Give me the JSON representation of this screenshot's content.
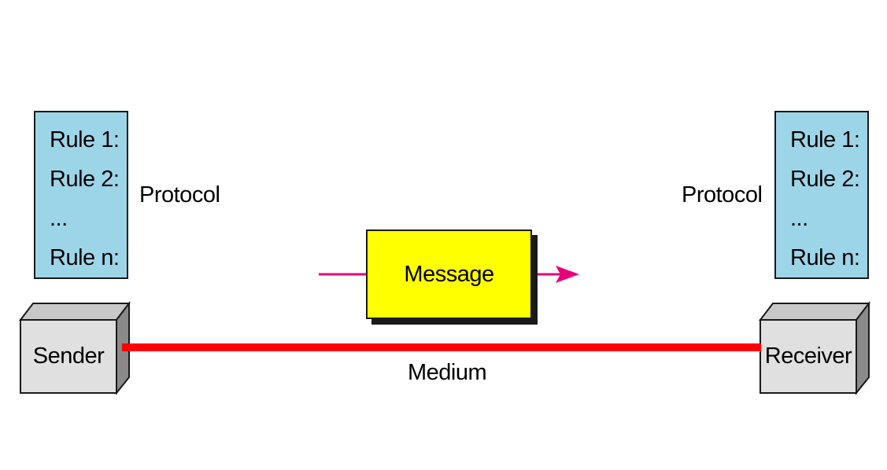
{
  "left_protocol": {
    "rules": [
      "Rule 1:",
      "Rule 2:",
      "...",
      "Rule n:"
    ],
    "label": "Protocol"
  },
  "right_protocol": {
    "rules": [
      "Rule 1:",
      "Rule 2:",
      "...",
      "Rule n:"
    ],
    "label": "Protocol"
  },
  "message": {
    "label": "Message"
  },
  "sender": {
    "label": "Sender"
  },
  "receiver": {
    "label": "Receiver"
  },
  "medium": {
    "label": "Medium"
  },
  "colors": {
    "rule_box": "#9dd5e8",
    "message_box": "#ffff00",
    "medium_line": "#ff0000",
    "arrow": "#e8007a",
    "device_face": "#e0e0e0",
    "device_top": "#c8c8c8",
    "device_side": "#8a8a8a"
  }
}
